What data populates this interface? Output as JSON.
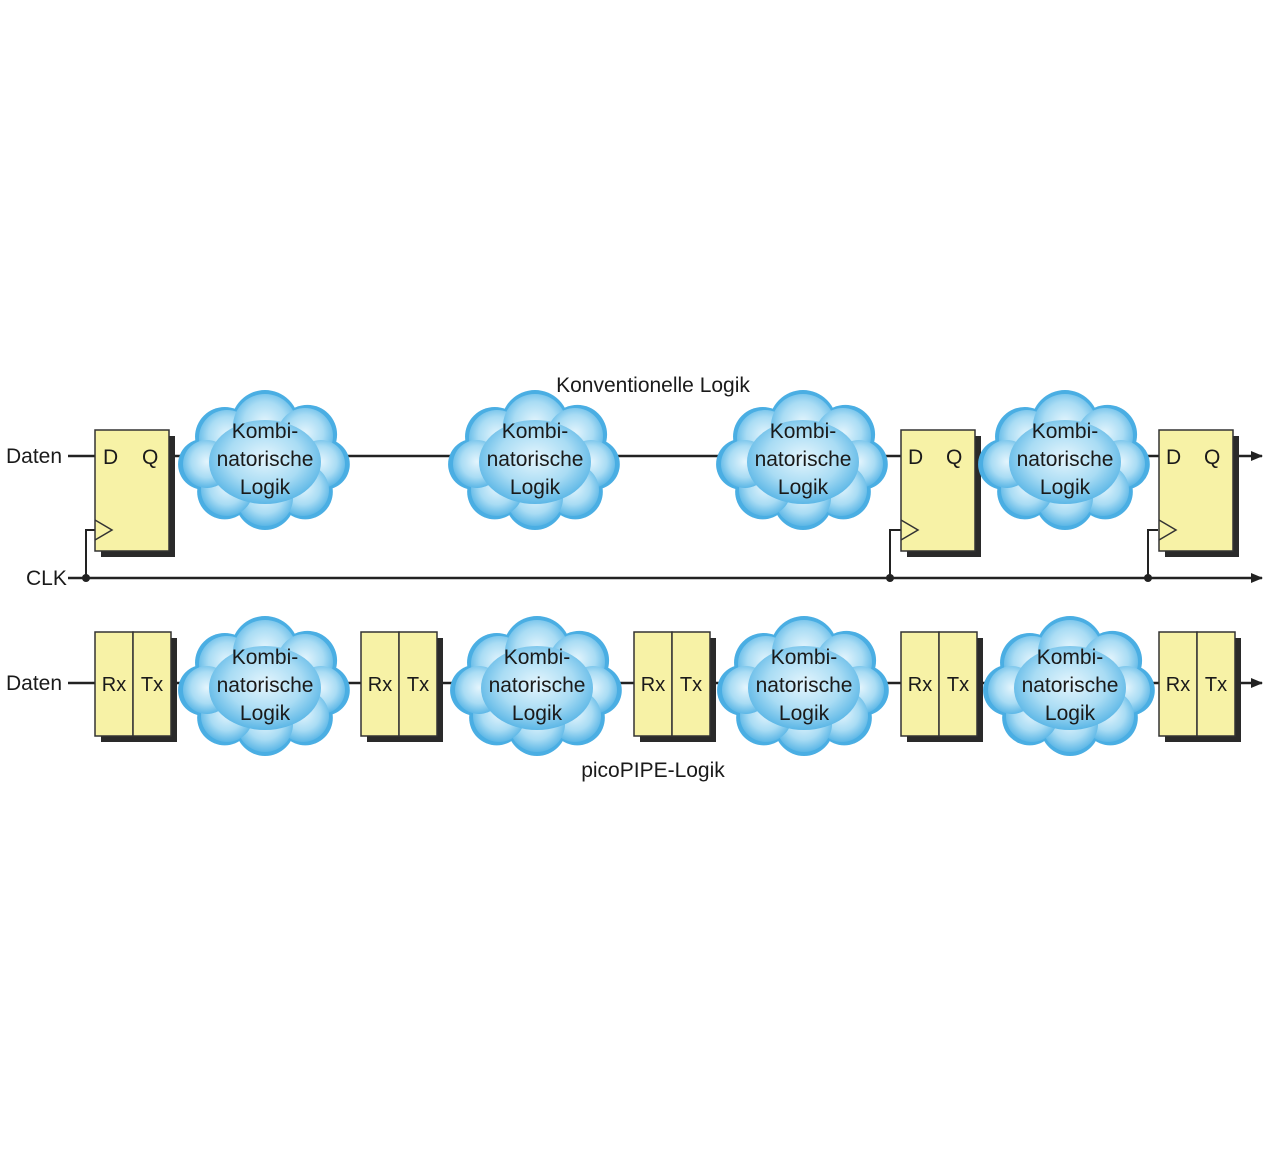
{
  "conventional": {
    "title": "Konventionelle Logik",
    "data_label": "Daten",
    "clk_label": "CLK",
    "ff_d": "D",
    "ff_q": "Q"
  },
  "picopipe": {
    "title": "picoPIPE-Logik",
    "data_label": "Daten",
    "rx": "Rx",
    "tx": "Tx"
  },
  "cloud": {
    "line1": "Kombi-",
    "line2": "natorische",
    "line3": "Logik"
  },
  "colors": {
    "block_fill": "#f7f2a6",
    "block_stroke": "#333333",
    "shadow": "#2a2a2a",
    "cloud_outer": "#5eb8e6",
    "cloud_inner": "#d2eefb",
    "wire": "#222222"
  }
}
